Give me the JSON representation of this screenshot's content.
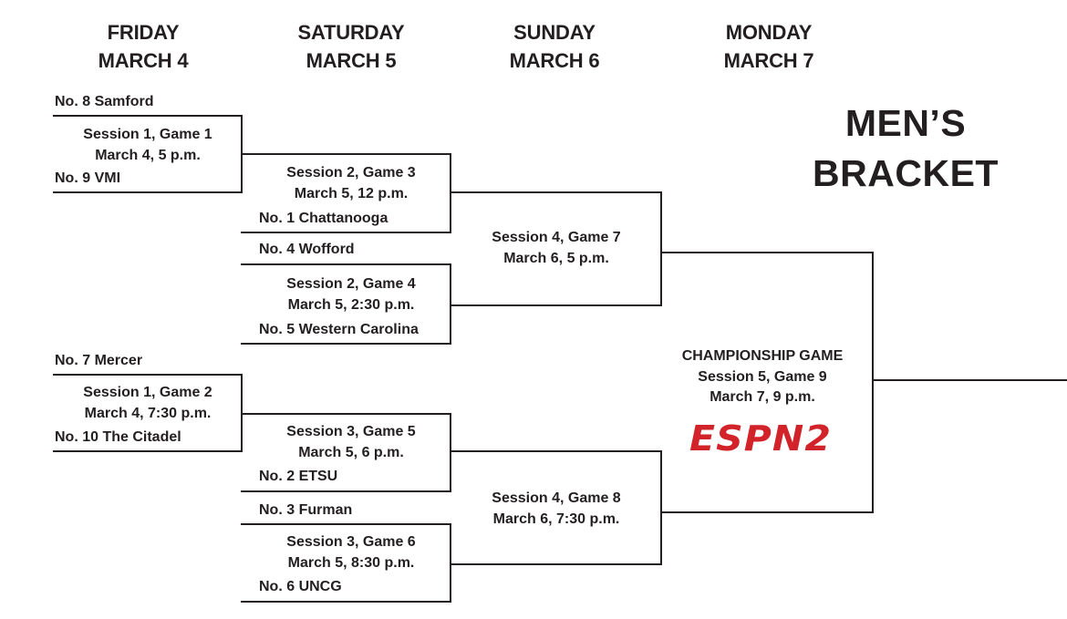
{
  "days": [
    {
      "day": "FRIDAY",
      "date": "MARCH 4"
    },
    {
      "day": "SATURDAY",
      "date": "MARCH 5"
    },
    {
      "day": "SUNDAY",
      "date": "MARCH 6"
    },
    {
      "day": "MONDAY",
      "date": "MARCH 7"
    }
  ],
  "title": {
    "line1": "MEN’S",
    "line2": "BRACKET"
  },
  "teams": {
    "samford": "No. 8 Samford",
    "vmi": "No. 9 VMI",
    "chattanooga": "No. 1 Chattanooga",
    "wofford": "No. 4 Wofford",
    "western_carolina": "No. 5 Western Carolina",
    "mercer": "No. 7 Mercer",
    "citadel": "No. 10 The Citadel",
    "etsu": "No. 2 ETSU",
    "furman": "No. 3 Furman",
    "uncg": "No. 6 UNCG"
  },
  "games": {
    "g1": {
      "session": "Session 1, Game 1",
      "time": "March 4, 5 p.m."
    },
    "g2": {
      "session": "Session 1, Game 2",
      "time": "March 4, 7:30 p.m."
    },
    "g3": {
      "session": "Session 2, Game 3",
      "time": "March 5, 12 p.m."
    },
    "g4": {
      "session": "Session 2, Game 4",
      "time": "March 5, 2:30 p.m."
    },
    "g5": {
      "session": "Session 3, Game 5",
      "time": "March 5, 6 p.m."
    },
    "g6": {
      "session": "Session 3, Game 6",
      "time": "March 5, 8:30 p.m."
    },
    "g7": {
      "session": "Session 4, Game 7",
      "time": "March 6, 5 p.m."
    },
    "g8": {
      "session": "Session 4, Game 8",
      "time": "March 6, 7:30 p.m."
    },
    "g9": {
      "label": "CHAMPIONSHIP GAME",
      "session": "Session 5, Game 9",
      "time": "March 7, 9 p.m."
    }
  },
  "broadcaster": {
    "name": "ESPN 2",
    "logo_text": "ESPN2",
    "color": "#d2232a"
  },
  "line_color": "#231f20"
}
